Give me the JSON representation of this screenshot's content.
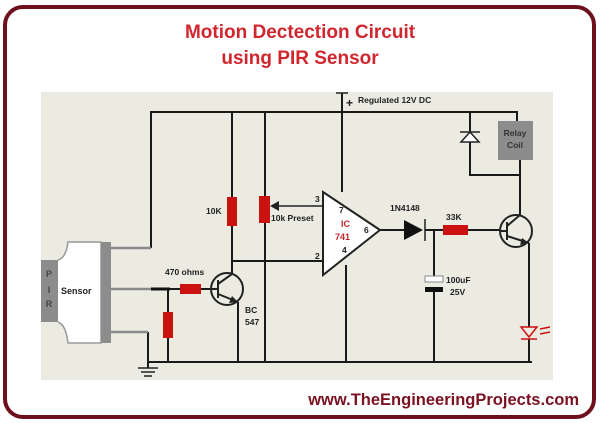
{
  "title": {
    "line1": "Motion Dectection Circuit",
    "line2": "using PIR Sensor"
  },
  "footer": "www.TheEngineeringProjects.com",
  "colors": {
    "border": "#6e0f1c",
    "title": "#d0262e",
    "footer": "#7a1222",
    "panel": "#ecebe2",
    "resistor": "#cc1111",
    "gray": "#8c8c8c"
  },
  "labels": {
    "supply": "Regulated 12V DC",
    "supply_plus": "+",
    "sensor_pir": [
      "P",
      "I",
      "R"
    ],
    "sensor": "Sensor",
    "r_470": "470 ohms",
    "r_10k": "10K",
    "preset": "10k Preset",
    "transistor1": [
      "BC",
      "547"
    ],
    "ic": [
      "IC",
      "741"
    ],
    "pins": {
      "p3": "3",
      "p2": "2",
      "p7": "7",
      "p4": "4",
      "p6": "6"
    },
    "diode": "1N4148",
    "r_33k": "33K",
    "capacitor": [
      "100uF",
      "25V"
    ],
    "relay": [
      "Relay",
      "Coil"
    ]
  }
}
